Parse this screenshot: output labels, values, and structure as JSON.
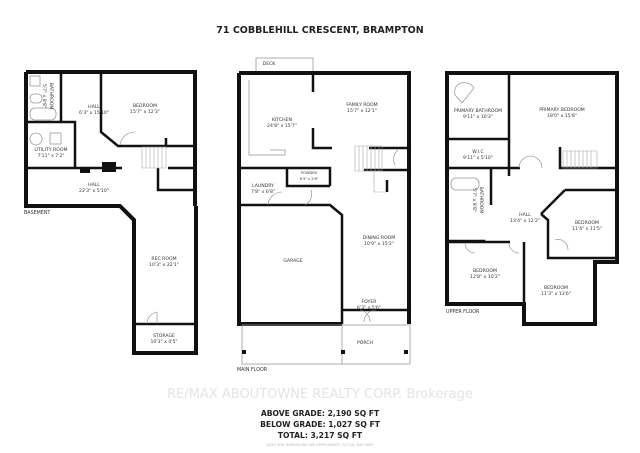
{
  "title": "71 COBBLEHILL CRESCENT, BRAMPTON",
  "floors": {
    "basement": {
      "label": "BASEMENT",
      "rooms": [
        {
          "name": "HALL",
          "dims": "6'3\" x 15'10\""
        },
        {
          "name": "BEDROOM",
          "dims": "15'7\" x 12'3\""
        },
        {
          "name": "UTILITY ROOM",
          "dims": "7'11\" x 7'2\""
        },
        {
          "name": "HALL",
          "dims": "22'3\" x 5'10\""
        },
        {
          "name": "REC ROOM",
          "dims": "10'3\" x 22'1\""
        },
        {
          "name": "STORAGE",
          "dims": "10'3\" x 4'5\""
        },
        {
          "name": "BATHROOM",
          "dims": "5'7\" x 8'8\""
        }
      ]
    },
    "main": {
      "label": "MAIN FLOOR",
      "rooms": [
        {
          "name": "DECK",
          "dims": ""
        },
        {
          "name": "KITCHEN",
          "dims": "24'8\" x 15'7\""
        },
        {
          "name": "FAMILY ROOM",
          "dims": "15'7\" x 12'1\""
        },
        {
          "name": "LAUNDRY",
          "dims": "7'8\" x 6'8\""
        },
        {
          "name": "POWDER",
          "dims": "6'3\" x 2'6\""
        },
        {
          "name": "GARAGE",
          "dims": ""
        },
        {
          "name": "DINING ROOM",
          "dims": "10'9\" x 15'2\""
        },
        {
          "name": "FOYER",
          "dims": "6'3\" x 5'6\""
        },
        {
          "name": "PORCH",
          "dims": ""
        }
      ]
    },
    "upper": {
      "label": "UPPER FLOOR",
      "rooms": [
        {
          "name": "PRIMARY BATHROOM",
          "dims": "9'11\" x 10'3\""
        },
        {
          "name": "PRIMARY BEDROOM",
          "dims": "18'0\" x 15'8\""
        },
        {
          "name": "W.I.C",
          "dims": "9'11\" x 5'10\""
        },
        {
          "name": "BATHROOM",
          "dims": "5'7\" x 8'8\""
        },
        {
          "name": "HALL",
          "dims": "13'4\" x 12'2\""
        },
        {
          "name": "BEDROOM",
          "dims": "11'4\" x 11'5\""
        },
        {
          "name": "BEDROOM",
          "dims": "12'8\" x 10'2\""
        },
        {
          "name": "BEDROOM",
          "dims": "11'3\" x 13'6\""
        }
      ]
    }
  },
  "area": {
    "above_grade": "ABOVE GRADE: 2,190 SQ FT",
    "below_grade": "BELOW GRADE: 1,027 SQ FT",
    "total": "TOTAL: 3,217 SQ FT"
  },
  "watermark": "RE/MAX ABOUTOWNE REALTY CORP. Brokerage",
  "disclaimer": "SIZES AND DIMENSIONS ARE APPROXIMATE. ACTUAL MAY VARY."
}
